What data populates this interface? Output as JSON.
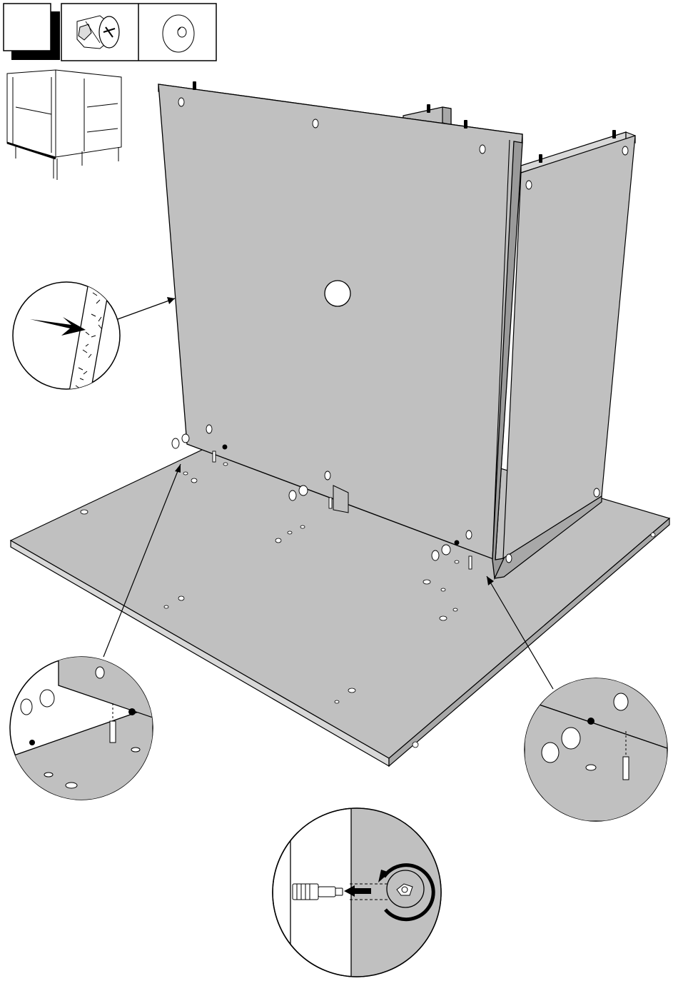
{
  "step": {
    "number": ""
  },
  "parts_strip": {
    "parts": [
      {
        "icon": "cam-lock-fitting-icon"
      },
      {
        "icon": "cover-cap-icon"
      }
    ]
  },
  "overview": {
    "icon": "cabinet-overview-icon"
  },
  "callouts": [
    {
      "name": "board-edge-detail",
      "icon": "chipboard-edge-icon"
    },
    {
      "name": "cam-lock-detail-left",
      "icon": "cam-lock-insert-icon"
    },
    {
      "name": "cam-lock-detail-right",
      "icon": "cam-lock-insert-icon"
    },
    {
      "name": "cam-lock-rotation-detail",
      "icon": "rotate-clockwise-icon"
    }
  ],
  "colors": {
    "panel": "#c0c0c0",
    "line": "#000000",
    "background": "#ffffff"
  }
}
